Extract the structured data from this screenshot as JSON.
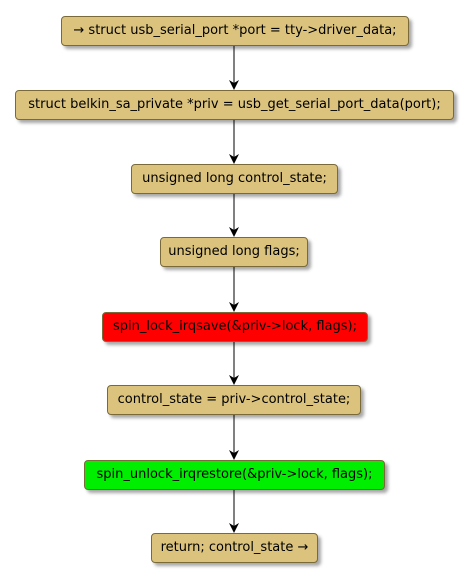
{
  "colors": {
    "default_node": "#dbc37e",
    "lock_node": "#ff0000",
    "unlock_node": "#00ee00",
    "arrow": "#000000",
    "border": "#7a6a3a"
  },
  "nodes": [
    {
      "id": "n1",
      "label": "→ struct usb_serial_port *port = tty->driver_data;",
      "style": "default"
    },
    {
      "id": "n2",
      "label": "struct belkin_sa_private *priv = usb_get_serial_port_data(port);",
      "style": "default"
    },
    {
      "id": "n3",
      "label": "unsigned long control_state;",
      "style": "default"
    },
    {
      "id": "n4",
      "label": "unsigned long flags;",
      "style": "default"
    },
    {
      "id": "n5",
      "label": "spin_lock_irqsave(&priv->lock, flags);",
      "style": "lock"
    },
    {
      "id": "n6",
      "label": "control_state = priv->control_state;",
      "style": "default"
    },
    {
      "id": "n7",
      "label": "spin_unlock_irqrestore(&priv->lock, flags);",
      "style": "unlock"
    },
    {
      "id": "n8",
      "label": "return; control_state →",
      "style": "default"
    }
  ],
  "edges": [
    {
      "from": "n1",
      "to": "n2"
    },
    {
      "from": "n2",
      "to": "n3"
    },
    {
      "from": "n3",
      "to": "n4"
    },
    {
      "from": "n4",
      "to": "n5"
    },
    {
      "from": "n5",
      "to": "n6"
    },
    {
      "from": "n6",
      "to": "n7"
    },
    {
      "from": "n7",
      "to": "n8"
    }
  ]
}
